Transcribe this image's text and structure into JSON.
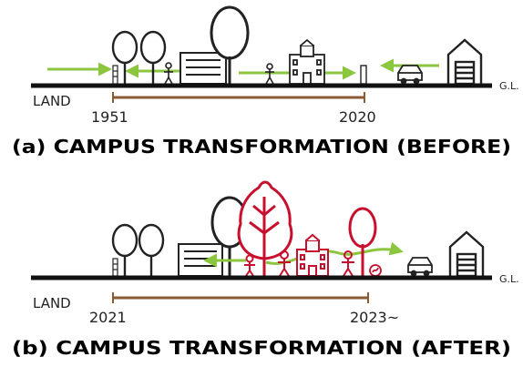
{
  "panels": [
    {
      "id": "before",
      "ground_label": "G.L.",
      "land_label": "LAND",
      "year_start": "1951",
      "year_end": "2020",
      "caption": "(a) CAMPUS TRANSFORMATION (BEFORE)",
      "icons": [
        "tree-icon",
        "tree-icon",
        "person-icon",
        "building-icon",
        "tree-icon",
        "person-icon",
        "campus-building-icon",
        "sign-icon",
        "car-icon",
        "garage-icon"
      ]
    },
    {
      "id": "after",
      "ground_label": "G.L.",
      "land_label": "LAND",
      "year_start": "2021",
      "year_end": "2023~",
      "caption": "(b) CAMPUS TRANSFORMATION (AFTER)",
      "icons": [
        "tree-icon",
        "tree-icon",
        "building-icon",
        "tree-icon",
        "red-tree-icon",
        "person-icon",
        "person-icon",
        "campus-building-icon",
        "person-icon",
        "red-tree-icon",
        "fire-icon",
        "car-icon",
        "garage-icon"
      ]
    }
  ],
  "colors": {
    "ground": "#111111",
    "timeline": "#8a5a32",
    "flow_arrow": "#8cc63f",
    "new_element": "#c8102e",
    "outline": "#222222"
  }
}
